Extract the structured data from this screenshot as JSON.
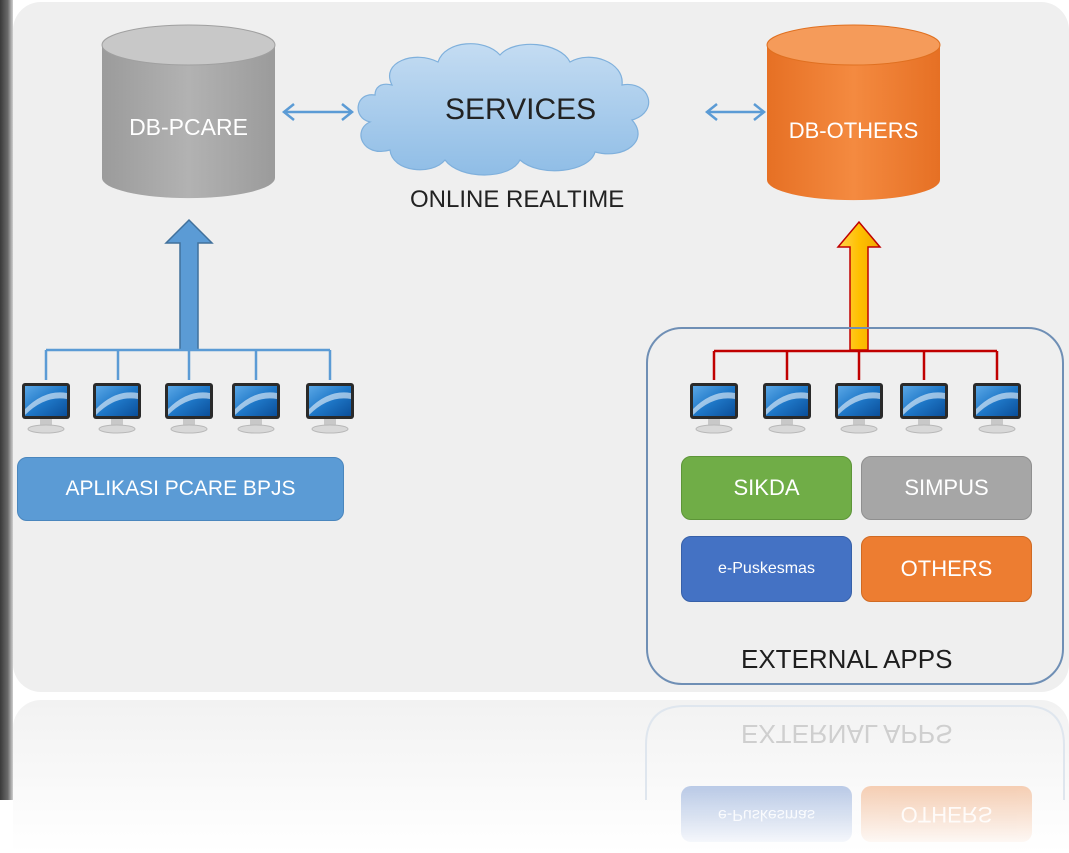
{
  "databases": {
    "pcare": {
      "label": "DB-PCARE",
      "color": "#a6a6a6"
    },
    "others": {
      "label": "DB-OTHERS",
      "color": "#ed7d31"
    }
  },
  "services": {
    "label": "SERVICES",
    "caption": "ONLINE REALTIME",
    "color": "#9dc3e6"
  },
  "pcare_app": {
    "label": "APLIKASI PCARE BPJS",
    "color": "#5b9bd5"
  },
  "external": {
    "title": "EXTERNAL APPS",
    "apps": [
      {
        "label": "SIKDA",
        "color": "#70ad47"
      },
      {
        "label": "SIMPUS",
        "color": "#a6a6a6"
      },
      {
        "label": "e-Puskesmas",
        "color": "#4472c4"
      },
      {
        "label": "OTHERS",
        "color": "#ed7d31"
      }
    ]
  },
  "icons": {
    "monitor": "computer-monitor-icon",
    "arrow_up_blue": "arrow-up-icon",
    "arrow_up_yellow": "arrow-up-icon",
    "double_arrow": "double-arrow-icon"
  },
  "colors": {
    "bus_blue": "#5b9bd5",
    "bus_red": "#c00000",
    "arrow_yellow": "#ffc000",
    "connector_blue": "#5b9bd5"
  }
}
